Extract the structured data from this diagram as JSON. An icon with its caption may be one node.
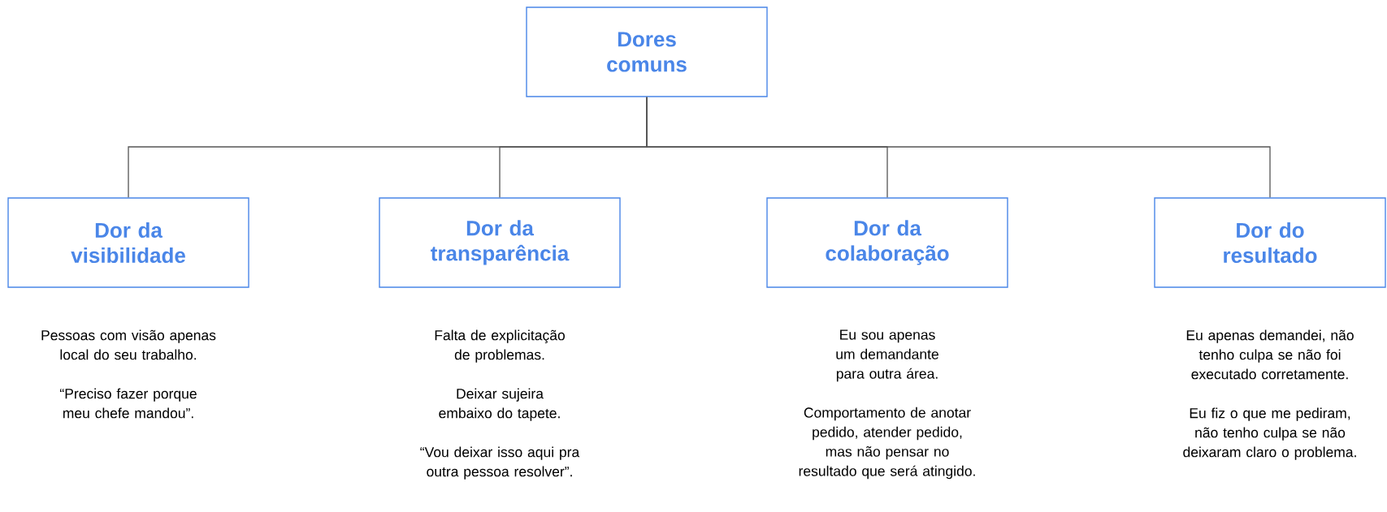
{
  "diagram": {
    "nodes": [
      {
        "text": [
          "Dores comuns"
        ]
      },
      {
        "text": [
          "Dor da visibilidade"
        ],
        "beside": [
          "Pessoas com visão apenas local do seu trabalho.",
          "“Preciso fazer porque meu chefe mandou”."
        ]
      },
      {
        "text": [
          "Dor da transparência"
        ],
        "beside": [
          "Falta de explicitação de problemas.",
          "Deixar sujeira embaixo do tapete.",
          "“Vou deixar isso aqui pra outra pessoa resolver”."
        ]
      },
      {
        "text": [
          "Dor da colaboração"
        ],
        "beside": [
          "Eu sou apenas um demandante para outra área.",
          "Comportamento de anotar pedido, atender pedido, mas não pensar no resultado que será atingido."
        ]
      },
      {
        "text": [
          "Dor do resultado"
        ],
        "beside": [
          "Eu apenas demandei, não tenho culpa se não foi executado corretamente.",
          "Eu fiz o que me pediram, não tenho culpa se não deixaram claro o problema."
        ]
      }
    ],
    "edges": [
      {
        "from": 0,
        "to": 1,
        "arrow": "none"
      },
      {
        "from": 0,
        "to": 2,
        "arrow": "none"
      },
      {
        "from": 0,
        "to": 3,
        "arrow": "none"
      },
      {
        "from": 0,
        "to": 4,
        "arrow": "none"
      }
    ]
  }
}
